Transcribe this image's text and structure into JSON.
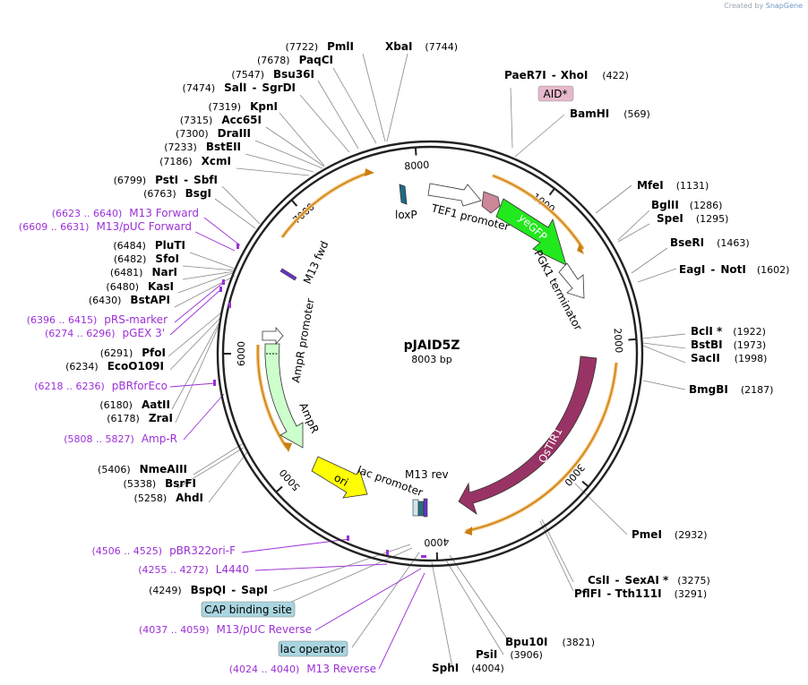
{
  "credit": {
    "prefix": "Created by",
    "brand": "SnapGene"
  },
  "plasmid": {
    "name": "pJAID5Z",
    "size": "8003 bp"
  },
  "ticks": [
    {
      "label": "1000",
      "angle": 37
    },
    {
      "label": "2000",
      "angle": 86
    },
    {
      "label": "3000",
      "angle": 130
    },
    {
      "label": "4000",
      "angle": 178
    },
    {
      "label": "5000",
      "angle": 228
    },
    {
      "label": "6000",
      "angle": 270
    },
    {
      "label": "7000",
      "angle": 318
    },
    {
      "label": "8000",
      "angle": 356
    }
  ],
  "features": [
    {
      "name": "loxP",
      "color": "#1e6b86",
      "type": "box"
    },
    {
      "name": "TEF1 promoter",
      "color": "#ffffff",
      "type": "arrow-open"
    },
    {
      "name": "yeGFP",
      "color": "#22e81e",
      "type": "arrow"
    },
    {
      "name": "PGK1 terminator",
      "color": "#ffffff",
      "type": "arrow-open"
    },
    {
      "name": "OsTIR1",
      "color": "#993366",
      "type": "arrow"
    },
    {
      "name": "M13 rev",
      "color": "#6633cc",
      "type": "small"
    },
    {
      "name": "lac promoter",
      "color": "#ffffff",
      "type": "arrow-open"
    },
    {
      "name": "ori",
      "color": "#ffff00",
      "type": "arrow"
    },
    {
      "name": "AmpR",
      "color": "#ccffcc",
      "type": "arrow"
    },
    {
      "name": "AmpR promoter",
      "color": "#ffffff",
      "type": "arrow-open"
    },
    {
      "name": "M13 fwd",
      "color": "#6633cc",
      "type": "small"
    }
  ],
  "boxed_labels": [
    {
      "name": "AID*",
      "bg": "#e6b8cc"
    },
    {
      "name": "CAP binding site",
      "bg": "#a9d5e0"
    },
    {
      "name": "lac operator",
      "bg": "#a9d5e0"
    }
  ],
  "sites_right": [
    {
      "name": "PaeR7I",
      "name2": "XhoI",
      "pos": "(422)"
    },
    {
      "name": "BamHI",
      "pos": "(569)"
    },
    {
      "name": "MfeI",
      "pos": "(1131)"
    },
    {
      "name": "BglII",
      "pos": "(1286)"
    },
    {
      "name": "SpeI",
      "pos": "(1295)"
    },
    {
      "name": "BseRI",
      "pos": "(1463)"
    },
    {
      "name": "EagI",
      "name2": "NotI",
      "pos": "(1602)"
    },
    {
      "name": "BclI *",
      "pos": "(1922)"
    },
    {
      "name": "BstBI",
      "pos": "(1973)"
    },
    {
      "name": "SacII",
      "pos": "(1998)"
    },
    {
      "name": "BmgBI",
      "pos": "(2187)"
    },
    {
      "name": "PmeI",
      "pos": "(2932)"
    },
    {
      "name": "CslI",
      "name2": "SexAI *",
      "pos": "(3275)"
    },
    {
      "name": "PflFI",
      "name2": "Tth111I",
      "pos": "(3291)"
    },
    {
      "name": "Bpu10I",
      "pos": "(3821)"
    },
    {
      "name": "PsiI",
      "pos": "(3906)"
    },
    {
      "name": "SphI",
      "pos": "(4004)"
    }
  ],
  "sites_left": [
    {
      "name": "PmlI",
      "pos": "(7722)"
    },
    {
      "name": "XbaI",
      "pos": "(7744)"
    },
    {
      "name": "PaqCI",
      "pos": "(7678)"
    },
    {
      "name": "Bsu36I",
      "pos": "(7547)"
    },
    {
      "name": "SalI",
      "name2": "SgrDI",
      "pos": "(7474)"
    },
    {
      "name": "KpnI",
      "pos": "(7319)"
    },
    {
      "name": "Acc65I",
      "pos": "(7315)"
    },
    {
      "name": "DraIII",
      "pos": "(7300)"
    },
    {
      "name": "BstEII",
      "pos": "(7233)"
    },
    {
      "name": "XcmI",
      "pos": "(7186)"
    },
    {
      "name": "PstI",
      "name2": "SbfI",
      "pos": "(6799)"
    },
    {
      "name": "BsgI",
      "pos": "(6763)"
    },
    {
      "name": "PluTI",
      "pos": "(6484)"
    },
    {
      "name": "SfoI",
      "pos": "(6482)"
    },
    {
      "name": "NarI",
      "pos": "(6481)"
    },
    {
      "name": "KasI",
      "pos": "(6480)"
    },
    {
      "name": "BstAPI",
      "pos": "(6430)"
    },
    {
      "name": "PfoI",
      "pos": "(6291)"
    },
    {
      "name": "EcoO109I",
      "pos": "(6234)"
    },
    {
      "name": "AatII",
      "pos": "(6180)"
    },
    {
      "name": "ZraI",
      "pos": "(6178)"
    },
    {
      "name": "NmeAIII",
      "pos": "(5406)"
    },
    {
      "name": "BsrFI",
      "pos": "(5338)"
    },
    {
      "name": "AhdI",
      "pos": "(5258)"
    },
    {
      "name": "BspQI",
      "name2": "SapI",
      "pos": "(4249)"
    }
  ],
  "primers": [
    {
      "range": "(6623 .. 6640)",
      "name": "M13 Forward"
    },
    {
      "range": "(6609 .. 6631)",
      "name": "M13/pUC Forward"
    },
    {
      "range": "(6396 .. 6415)",
      "name": "pRS-marker"
    },
    {
      "range": "(6274 .. 6296)",
      "name": "pGEX 3'"
    },
    {
      "range": "(6218 .. 6236)",
      "name": "pBRforEco"
    },
    {
      "range": "(5808 .. 5827)",
      "name": "Amp-R"
    },
    {
      "range": "(4506 .. 4525)",
      "name": "pBR322ori-F"
    },
    {
      "range": "(4255 .. 4272)",
      "name": "L4440"
    },
    {
      "range": "(4037 .. 4059)",
      "name": "M13/pUC Reverse"
    },
    {
      "range": "(4024 .. 4040)",
      "name": "M13 Reverse"
    }
  ],
  "colors": {
    "primer": "#9b30d6",
    "backbone": "#222222",
    "orf_outline": "#f4c27a"
  }
}
